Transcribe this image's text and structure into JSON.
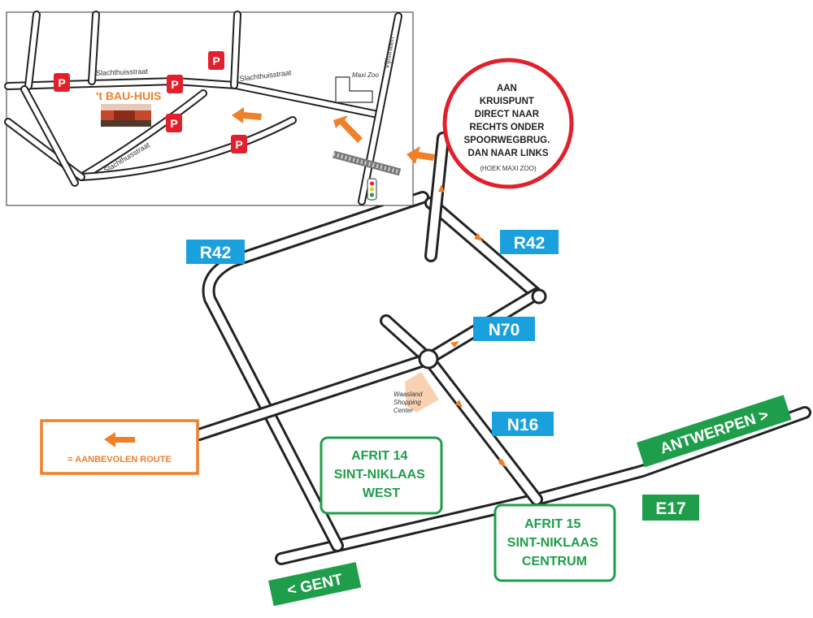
{
  "colors": {
    "highway_green": "#1e9e4a",
    "road_blue": "#1aa0dc",
    "route_orange": "#f07f2a",
    "parking_red": "#e2202c",
    "instruction_red": "#e2202c"
  },
  "highways": {
    "e17": "E17",
    "gent": "< GENT",
    "antwerpen": "ANTWERPEN >"
  },
  "roads": {
    "r42_left": "R42",
    "r42_right": "R42",
    "n70": "N70",
    "n16": "N16"
  },
  "exits": {
    "afrit14": [
      "AFRIT 14",
      "SINT-NIKLAAS",
      "WEST"
    ],
    "afrit15": [
      "AFRIT 15",
      "SINT-NIKLAAS",
      "CENTRUM"
    ]
  },
  "landmarks": {
    "waasland": [
      "Waasland",
      "Shopping",
      "Center"
    ],
    "maxi_zoo": "Maxi Zoo",
    "destination": "'t BAU-HUIS"
  },
  "streets": {
    "slachthuis_1": "Slachthuisstraat",
    "slachthuis_2": "Slachthuisstraat",
    "slachthuis_3": "Slachthuisstraat",
    "vijfstraten": "Vijfstraten"
  },
  "parking_label": "P",
  "instruction": {
    "lines": [
      "AAN",
      "KRUISPUNT",
      "DIRECT NAAR",
      "RECHTS ONDER",
      "SPOORWEGBRUG.",
      "DAN NAAR LINKS"
    ],
    "note": "(HOEK MAXI ZOO)"
  },
  "legend": {
    "label": "= AANBEVOLEN ROUTE",
    "icon": "left-arrow-icon"
  }
}
